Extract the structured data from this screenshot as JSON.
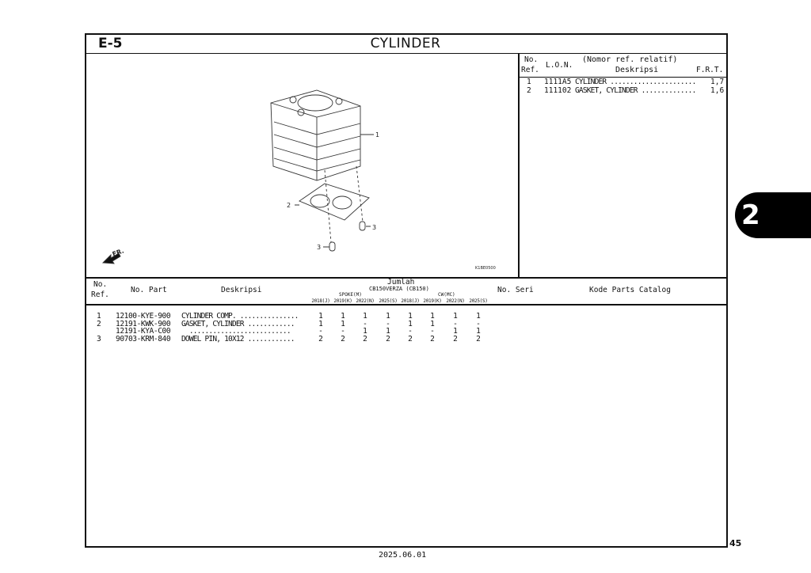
{
  "header": {
    "code": "E-5",
    "title": "CYLINDER"
  },
  "ref_table": {
    "headers": {
      "no": "No.",
      "ref": "Ref.",
      "lon": "L.O.N.",
      "nomor": "(Nomor ref. relatif)",
      "desk": "Deskripsi",
      "frt": "F.R.T."
    },
    "rows": [
      {
        "ref": "1",
        "lon": "1111A5",
        "desc": "CYLINDER ......................",
        "frt": "1,7"
      },
      {
        "ref": "2",
        "lon": "111102",
        "desc": "GASKET, CYLINDER ..............",
        "frt": "1,6"
      }
    ]
  },
  "diagram": {
    "callouts": [
      "1",
      "2",
      "3",
      "3"
    ],
    "front_label": "FR.",
    "figure_code": "K1BE0500"
  },
  "parts_table": {
    "headers": {
      "no": "No.",
      "ref": "Ref.",
      "part": "No. Part",
      "desk": "Deskripsi",
      "jumlah": "Jumlah",
      "model": "CB150VERZA (CB150)",
      "spoke": "SPOKE(M)",
      "cw": "CW(MC)",
      "seri": "No. Seri",
      "kode": "Kode Parts Catalog"
    },
    "years": [
      "2018(J)",
      "2019(K)",
      "2022(N)",
      "2025(S)",
      "2018(J)",
      "2019(K)",
      "2022(N)",
      "2025(S)"
    ],
    "rows": [
      {
        "ref": "1",
        "part": "12100-KYE-900",
        "desc": "CYLINDER COMP. ...............",
        "qty": [
          "1",
          "1",
          "1",
          "1",
          "1",
          "1",
          "1",
          "1"
        ]
      },
      {
        "ref": "2",
        "part": "12191-KWK-900",
        "desc": "GASKET, CYLINDER ............",
        "qty": [
          "1",
          "1",
          "-",
          "-",
          "1",
          "1",
          "-",
          "-"
        ]
      },
      {
        "ref": "",
        "part": "12191-KYA-C00",
        "desc": "  ..........................",
        "qty": [
          "-",
          "-",
          "1",
          "1",
          "-",
          "-",
          "1",
          "1"
        ]
      },
      {
        "ref": "3",
        "part": "90703-KRM-840",
        "desc": "DOWEL PIN, 10X12 ............",
        "qty": [
          "2",
          "2",
          "2",
          "2",
          "2",
          "2",
          "2",
          "2"
        ]
      }
    ]
  },
  "side_tab": "2",
  "page_number": "45",
  "date": "2025.06.01"
}
